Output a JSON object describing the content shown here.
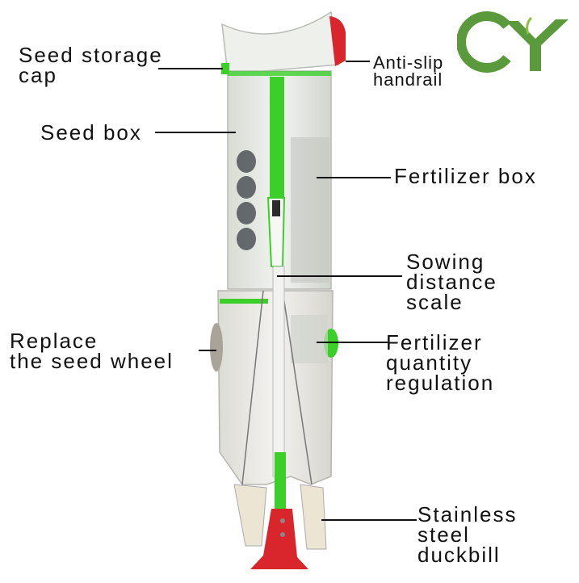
{
  "logo": {
    "text": "CY",
    "colors": {
      "green": "#5a9a3c",
      "light_green": "#8fbf3f"
    }
  },
  "product": {
    "body_color": "#e9ebe7",
    "frame_color": "#3ccf2a",
    "accent_red": "#d8262c"
  },
  "labels": {
    "seed_storage_cap": "Seed storage\ncap",
    "anti_slip_handrail": "Anti-slip\nhandrail",
    "seed_box": "Seed box",
    "fertilizer_box": "Fertilizer box",
    "sowing_distance_scale": "Sowing\ndistance\nscale",
    "replace_seed_wheel": "Replace\nthe seed wheel",
    "fertilizer_quantity_regulation": "Fertilizer\nquantity\nregulation",
    "stainless_steel_duckbill": "Stainless\nsteel\nduckbill"
  }
}
